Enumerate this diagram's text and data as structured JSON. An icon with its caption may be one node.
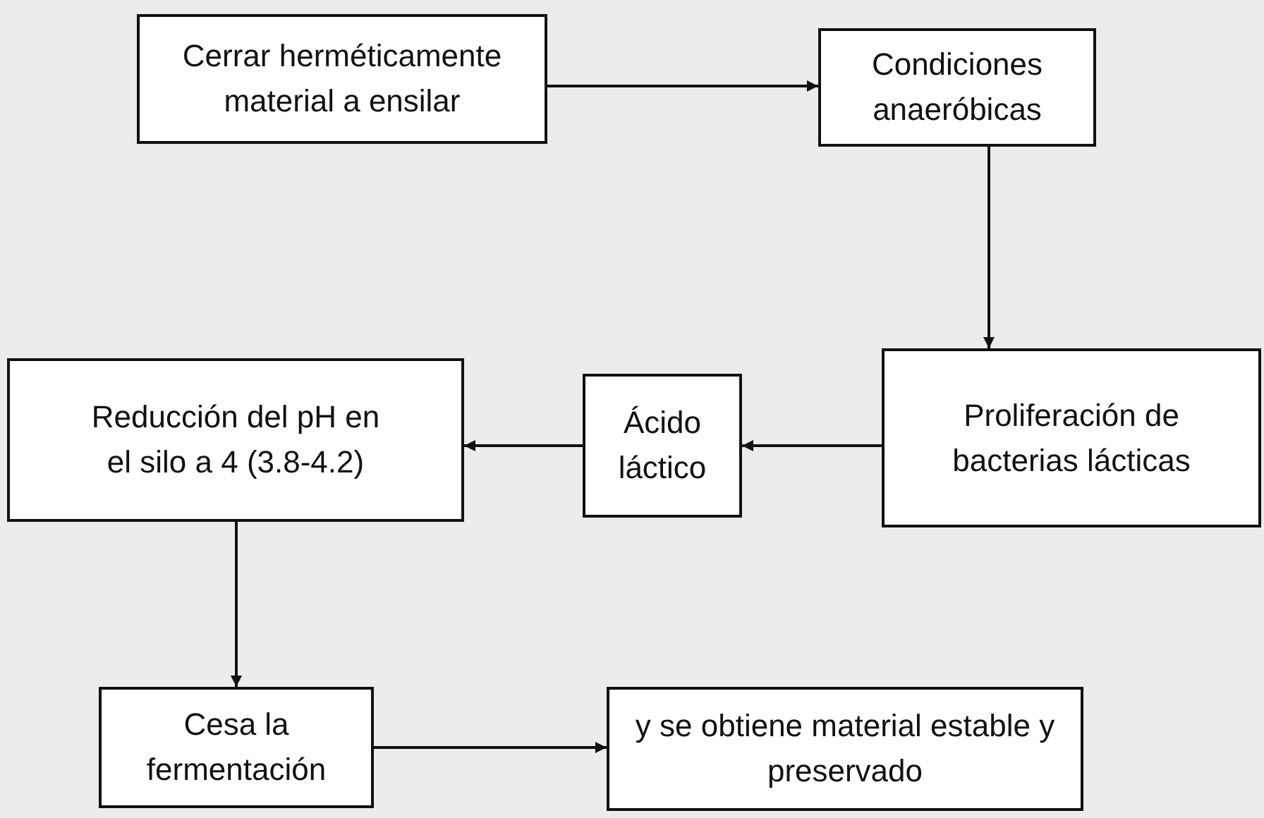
{
  "diagram": {
    "nodes": [
      {
        "text": [
          "Cerrar herméticamente material a ensilar"
        ]
      },
      {
        "text": [
          "Condiciones anaeróbicas"
        ]
      },
      {
        "text": [
          "Proliferación de bacterias lácticas"
        ]
      },
      {
        "text": [
          "Ácido láctico"
        ]
      },
      {
        "text": [
          "Reducción del pH en el silo a 4 (3.8-4.2)"
        ]
      },
      {
        "text": [
          "Cesa la fermentación"
        ]
      },
      {
        "text": [
          "y se obtiene material estable y preservado"
        ]
      }
    ],
    "edges": [
      {
        "from": 0,
        "to": 1,
        "arrow": "to"
      },
      {
        "from": 1,
        "to": 2,
        "arrow": "to"
      },
      {
        "from": 2,
        "to": 3,
        "arrow": "to"
      },
      {
        "from": 3,
        "to": 4,
        "arrow": "to"
      },
      {
        "from": 4,
        "to": 5,
        "arrow": "to"
      },
      {
        "from": 5,
        "to": 6,
        "arrow": "to"
      }
    ]
  }
}
